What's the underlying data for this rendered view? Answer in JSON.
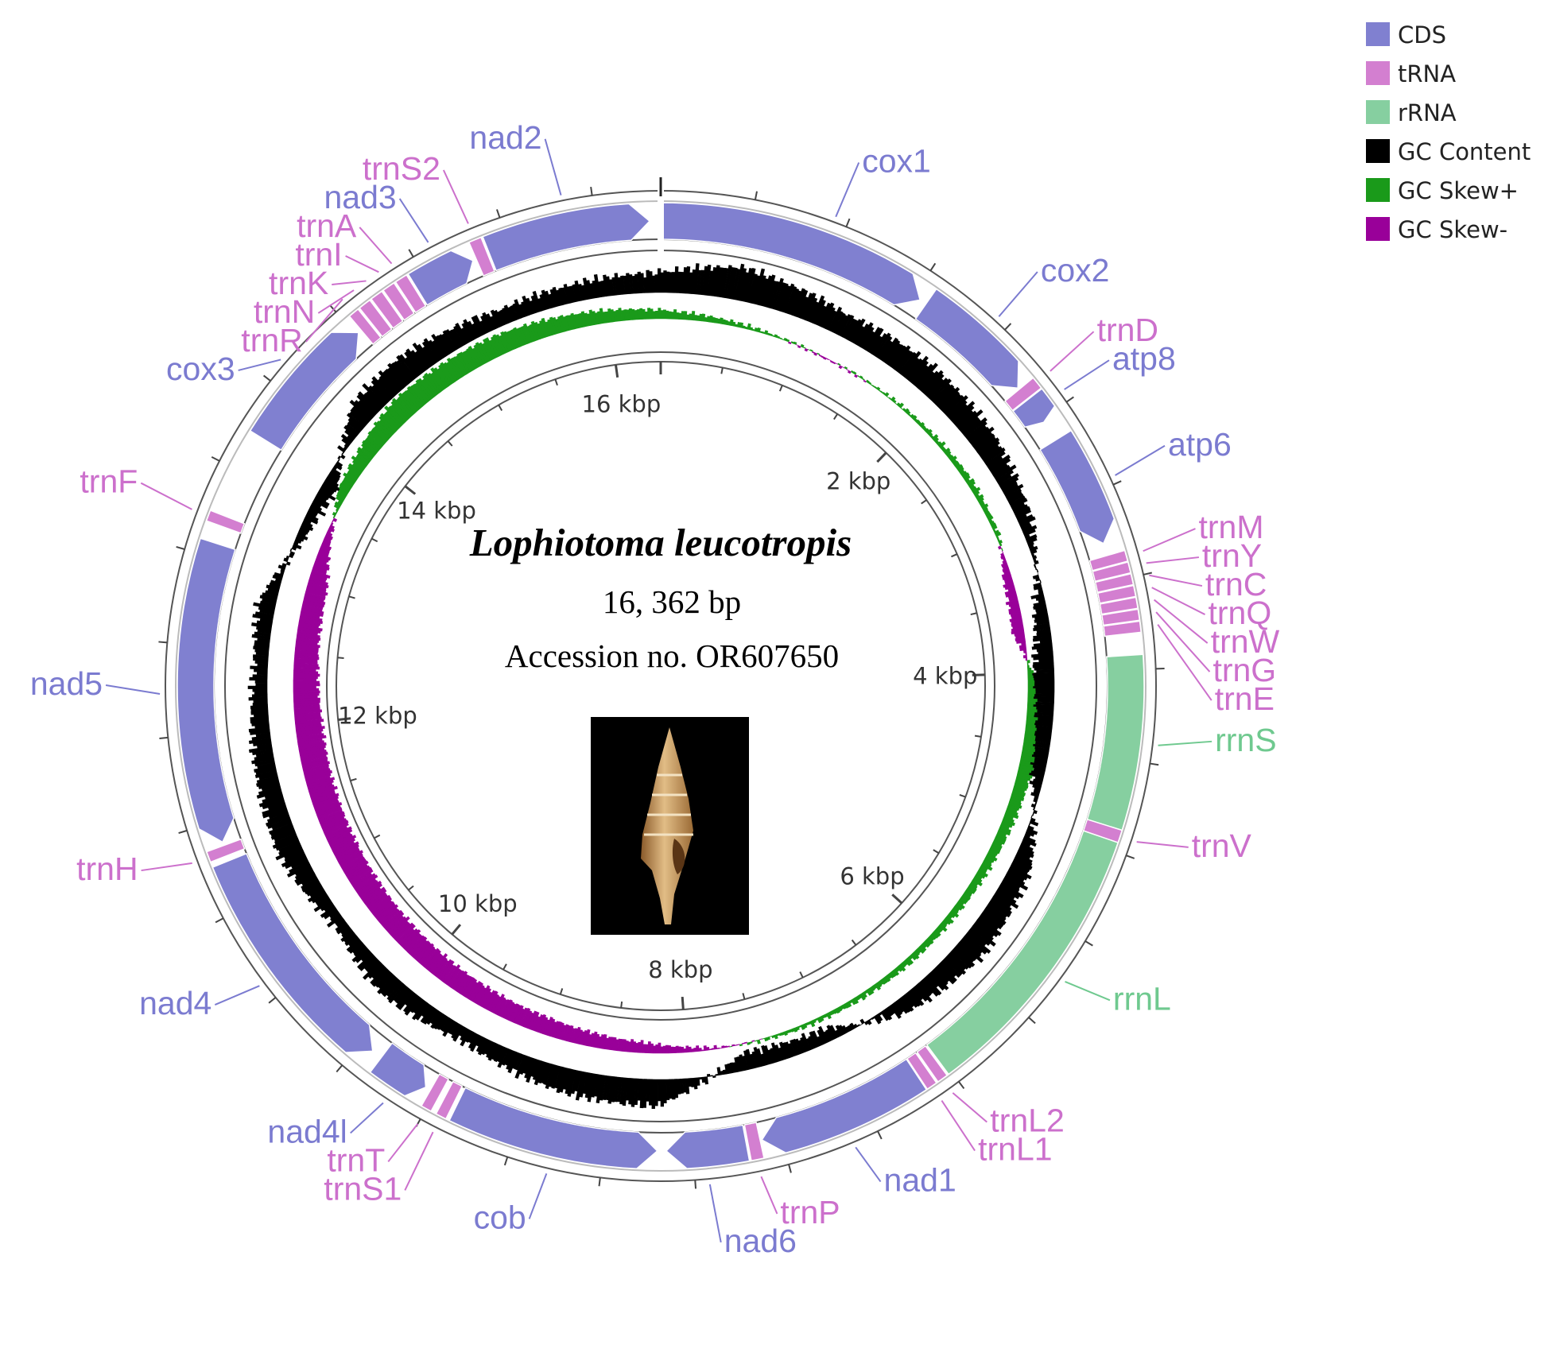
{
  "title": "Lophiotoma leucotropis",
  "length_label": "16, 362 bp",
  "accession_label": "Accession no. OR607650",
  "genome_length": 16362,
  "photo_icon": "cone-snail-shell-photo",
  "colors": {
    "CDS": "#8080d0",
    "tRNA": "#d37fd0",
    "rRNA": "#86cfa0",
    "gc_content": "#000000",
    "gc_skew_pos": "#1a9a1a",
    "gc_skew_neg": "#990099"
  },
  "legend": [
    {
      "label": "CDS",
      "key": "CDS"
    },
    {
      "label": "tRNA",
      "key": "tRNA"
    },
    {
      "label": "rRNA",
      "key": "rRNA"
    },
    {
      "label": "GC Content",
      "key": "gc_content"
    },
    {
      "label": "GC Skew+",
      "key": "gc_skew_pos"
    },
    {
      "label": "GC Skew-",
      "key": "gc_skew_neg"
    }
  ],
  "ticks": [
    {
      "pos": 2000,
      "label": "2 kbp"
    },
    {
      "pos": 4000,
      "label": "4 kbp"
    },
    {
      "pos": 6000,
      "label": "6 kbp"
    },
    {
      "pos": 8000,
      "label": "8 kbp"
    },
    {
      "pos": 10000,
      "label": "10 kbp"
    },
    {
      "pos": 12000,
      "label": "12 kbp"
    },
    {
      "pos": 14000,
      "label": "14 kbp"
    },
    {
      "pos": 16000,
      "label": "16 kbp"
    }
  ],
  "features": [
    {
      "name": "cox1",
      "type": "CDS",
      "start": 0,
      "end": 1540,
      "strand": "+"
    },
    {
      "name": "cox2",
      "type": "CDS",
      "start": 1580,
      "end": 2280,
      "strand": "+"
    },
    {
      "name": "trnD",
      "type": "tRNA",
      "start": 2290,
      "end": 2360,
      "strand": "+"
    },
    {
      "name": "atp8",
      "type": "CDS",
      "start": 2365,
      "end": 2520,
      "strand": "+"
    },
    {
      "name": "atp6",
      "type": "CDS",
      "start": 2640,
      "end": 3280,
      "strand": "+"
    },
    {
      "name": "trnM",
      "type": "tRNA",
      "start": 3350,
      "end": 3410,
      "strand": "-"
    },
    {
      "name": "trnY",
      "type": "tRNA",
      "start": 3415,
      "end": 3475,
      "strand": "-"
    },
    {
      "name": "trnC",
      "type": "tRNA",
      "start": 3480,
      "end": 3540,
      "strand": "-"
    },
    {
      "name": "trnW",
      "type": "tRNA",
      "start": 3545,
      "end": 3605,
      "strand": "-"
    },
    {
      "name": "trnQ",
      "type": "tRNA",
      "start": 3610,
      "end": 3670,
      "strand": "-"
    },
    {
      "name": "trnG",
      "type": "tRNA",
      "start": 3675,
      "end": 3735,
      "strand": "-"
    },
    {
      "name": "trnE",
      "type": "tRNA",
      "start": 3740,
      "end": 3800,
      "strand": "-"
    },
    {
      "name": "rrnS",
      "type": "rRNA",
      "start": 3920,
      "end": 4880,
      "strand": "+"
    },
    {
      "name": "trnV",
      "type": "tRNA",
      "start": 4880,
      "end": 4950,
      "strand": "+"
    },
    {
      "name": "rrnL",
      "type": "rRNA",
      "start": 4950,
      "end": 6520,
      "strand": "+"
    },
    {
      "name": "trnL2",
      "type": "tRNA",
      "start": 6530,
      "end": 6590,
      "strand": "+"
    },
    {
      "name": "trnL1",
      "type": "tRNA",
      "start": 6600,
      "end": 6660,
      "strand": "+"
    },
    {
      "name": "nad1",
      "type": "CDS",
      "start": 6665,
      "end": 7610,
      "strand": "+"
    },
    {
      "name": "trnP",
      "type": "tRNA",
      "start": 7620,
      "end": 7690,
      "strand": "+"
    },
    {
      "name": "nad6",
      "type": "CDS",
      "start": 7700,
      "end": 8150,
      "strand": "+"
    },
    {
      "name": "cob",
      "type": "CDS",
      "start": 8200,
      "end": 9360,
      "strand": "-"
    },
    {
      "name": "trnS1",
      "type": "tRNA",
      "start": 9380,
      "end": 9440,
      "strand": "+"
    },
    {
      "name": "trnT",
      "type": "tRNA",
      "start": 9470,
      "end": 9530,
      "strand": "+"
    },
    {
      "name": "nad4l",
      "type": "CDS",
      "start": 9560,
      "end": 9860,
      "strand": "-"
    },
    {
      "name": "nad4",
      "type": "CDS",
      "start": 9920,
      "end": 11270,
      "strand": "-"
    },
    {
      "name": "trnH",
      "type": "tRNA",
      "start": 11300,
      "end": 11360,
      "strand": "-"
    },
    {
      "name": "nad5",
      "type": "CDS",
      "start": 11380,
      "end": 13080,
      "strand": "-"
    },
    {
      "name": "trnF",
      "type": "tRNA",
      "start": 13180,
      "end": 13240,
      "strand": "-"
    },
    {
      "name": "cox3",
      "type": "CDS",
      "start": 13720,
      "end": 14520,
      "strand": "+"
    },
    {
      "name": "trnR",
      "type": "tRNA",
      "start": 14540,
      "end": 14600,
      "strand": "+"
    },
    {
      "name": "trnN",
      "type": "tRNA",
      "start": 14610,
      "end": 14680,
      "strand": "+"
    },
    {
      "name": "trnI",
      "type": "tRNA",
      "start": 14690,
      "end": 14760,
      "strand": "+"
    },
    {
      "name": "trnK",
      "type": "tRNA",
      "start": 14770,
      "end": 14840,
      "strand": "+"
    },
    {
      "name": "trnA",
      "type": "tRNA",
      "start": 14850,
      "end": 14920,
      "strand": "+"
    },
    {
      "name": "nad3",
      "type": "CDS",
      "start": 14930,
      "end": 15280,
      "strand": "+"
    },
    {
      "name": "trnS2",
      "type": "tRNA",
      "start": 15300,
      "end": 15370,
      "strand": "+"
    },
    {
      "name": "nad2",
      "type": "CDS",
      "start": 15380,
      "end": 16300,
      "strand": "+"
    }
  ],
  "labels": [
    {
      "text": "cox1",
      "type": "CDS",
      "pos": 930
    },
    {
      "text": "cox2",
      "type": "CDS",
      "pos": 1930
    },
    {
      "text": "trnD",
      "type": "tRNA",
      "pos": 2320
    },
    {
      "text": "atp8",
      "type": "CDS",
      "pos": 2440
    },
    {
      "text": "atp6",
      "type": "CDS",
      "pos": 2960
    },
    {
      "text": "trnM",
      "type": "tRNA",
      "pos": 3380
    },
    {
      "text": "trnY",
      "type": "tRNA",
      "pos": 3445
    },
    {
      "text": "trnC",
      "type": "tRNA",
      "pos": 3510
    },
    {
      "text": "trnQ",
      "type": "tRNA",
      "pos": 3575
    },
    {
      "text": "trnW",
      "type": "tRNA",
      "pos": 3640
    },
    {
      "text": "trnG",
      "type": "tRNA",
      "pos": 3705
    },
    {
      "text": "trnE",
      "type": "tRNA",
      "pos": 3770
    },
    {
      "text": "rrnS",
      "type": "rRNA",
      "pos": 4400
    },
    {
      "text": "trnV",
      "type": "tRNA",
      "pos": 4915
    },
    {
      "text": "rrnL",
      "type": "rRNA",
      "pos": 5735
    },
    {
      "text": "trnL2",
      "type": "tRNA",
      "pos": 6560
    },
    {
      "text": "trnL1",
      "type": "tRNA",
      "pos": 6630
    },
    {
      "text": "nad1",
      "type": "CDS",
      "pos": 7140
    },
    {
      "text": "trnP",
      "type": "tRNA",
      "pos": 7655
    },
    {
      "text": "nad6",
      "type": "CDS",
      "pos": 7925
    },
    {
      "text": "cob",
      "type": "CDS",
      "pos": 8780
    },
    {
      "text": "trnS1",
      "type": "tRNA",
      "pos": 9410
    },
    {
      "text": "trnT",
      "type": "tRNA",
      "pos": 9500
    },
    {
      "text": "nad4l",
      "type": "CDS",
      "pos": 9710
    },
    {
      "text": "nad4",
      "type": "CDS",
      "pos": 10600
    },
    {
      "text": "trnH",
      "type": "tRNA",
      "pos": 11330
    },
    {
      "text": "nad5",
      "type": "CDS",
      "pos": 12230
    },
    {
      "text": "trnF",
      "type": "tRNA",
      "pos": 13210
    },
    {
      "text": "cox3",
      "type": "CDS",
      "pos": 14120
    },
    {
      "text": "trnR",
      "type": "tRNA",
      "pos": 14570
    },
    {
      "text": "trnN",
      "type": "tRNA",
      "pos": 14645
    },
    {
      "text": "trnK",
      "type": "tRNA",
      "pos": 14725
    },
    {
      "text": "trnI",
      "type": "tRNA",
      "pos": 14805
    },
    {
      "text": "trnA",
      "type": "tRNA",
      "pos": 14885
    },
    {
      "text": "nad3",
      "type": "CDS",
      "pos": 15105
    },
    {
      "text": "trnS2",
      "type": "tRNA",
      "pos": 15335
    },
    {
      "text": "nad2",
      "type": "CDS",
      "pos": 15840
    }
  ],
  "gc_skew_profile": [
    {
      "pos": 0,
      "value": 0.25
    },
    {
      "pos": 800,
      "value": 0.05
    },
    {
      "pos": 1200,
      "value": -0.03
    },
    {
      "pos": 1800,
      "value": 0.06
    },
    {
      "pos": 2600,
      "value": 0.18
    },
    {
      "pos": 3000,
      "value": 0.1
    },
    {
      "pos": 3300,
      "value": -0.25
    },
    {
      "pos": 3700,
      "value": -0.35
    },
    {
      "pos": 4000,
      "value": 0.15
    },
    {
      "pos": 4700,
      "value": 0.4
    },
    {
      "pos": 5200,
      "value": 0.3
    },
    {
      "pos": 5800,
      "value": 0.2
    },
    {
      "pos": 6600,
      "value": 0.15
    },
    {
      "pos": 7300,
      "value": 0.08
    },
    {
      "pos": 7800,
      "value": -0.05
    },
    {
      "pos": 8300,
      "value": -0.3
    },
    {
      "pos": 9000,
      "value": -0.5
    },
    {
      "pos": 10000,
      "value": -0.65
    },
    {
      "pos": 11000,
      "value": -0.75
    },
    {
      "pos": 12000,
      "value": -0.8
    },
    {
      "pos": 13000,
      "value": -0.6
    },
    {
      "pos": 13450,
      "value": -0.1
    },
    {
      "pos": 13700,
      "value": 0.3
    },
    {
      "pos": 14400,
      "value": 0.7
    },
    {
      "pos": 15200,
      "value": 0.6
    },
    {
      "pos": 16362,
      "value": 0.25
    }
  ],
  "gc_content_profile": [
    {
      "pos": 0,
      "value": 0.45
    },
    {
      "pos": 500,
      "value": 0.75
    },
    {
      "pos": 1200,
      "value": 0.5
    },
    {
      "pos": 1800,
      "value": 0.6
    },
    {
      "pos": 2400,
      "value": 0.55
    },
    {
      "pos": 3000,
      "value": 0.3
    },
    {
      "pos": 3600,
      "value": -0.3
    },
    {
      "pos": 4100,
      "value": -0.5
    },
    {
      "pos": 4600,
      "value": -0.4
    },
    {
      "pos": 5300,
      "value": 0.45
    },
    {
      "pos": 5900,
      "value": 0.6
    },
    {
      "pos": 6500,
      "value": 0.35
    },
    {
      "pos": 7000,
      "value": -0.3
    },
    {
      "pos": 7600,
      "value": -0.4
    },
    {
      "pos": 8200,
      "value": 0.6
    },
    {
      "pos": 8800,
      "value": 0.55
    },
    {
      "pos": 9500,
      "value": 0.3
    },
    {
      "pos": 10100,
      "value": 0.5
    },
    {
      "pos": 10600,
      "value": 0.25
    },
    {
      "pos": 11200,
      "value": 0.55
    },
    {
      "pos": 11800,
      "value": 0.45
    },
    {
      "pos": 12400,
      "value": 0.3
    },
    {
      "pos": 12800,
      "value": 0.4
    },
    {
      "pos": 13300,
      "value": -0.2
    },
    {
      "pos": 13700,
      "value": -0.35
    },
    {
      "pos": 14200,
      "value": 0.55
    },
    {
      "pos": 14600,
      "value": 0.6
    },
    {
      "pos": 15300,
      "value": 0.35
    },
    {
      "pos": 16362,
      "value": 0.45
    }
  ]
}
